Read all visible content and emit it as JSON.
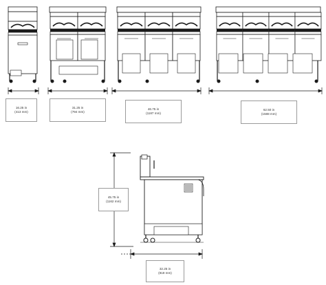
{
  "dimensions": [
    {
      "id": "width-1",
      "imperial": "16.25 in",
      "metric": "(413 mm)"
    },
    {
      "id": "width-2",
      "imperial": "31.25 in",
      "metric": "(794 mm)"
    },
    {
      "id": "width-3",
      "imperial": "46.75 in",
      "metric": "(1187 mm)"
    },
    {
      "id": "width-4",
      "imperial": "62.50 in",
      "metric": "(1588 mm)"
    },
    {
      "id": "height",
      "imperial": "45.75 in",
      "metric": "(1162 mm)"
    },
    {
      "id": "depth",
      "imperial": "32.25 in",
      "metric": "(819 mm)"
    }
  ],
  "colors": {
    "line": "#1a1a1a",
    "gray": "#8a8a8a",
    "box": "#9a9a9a"
  }
}
